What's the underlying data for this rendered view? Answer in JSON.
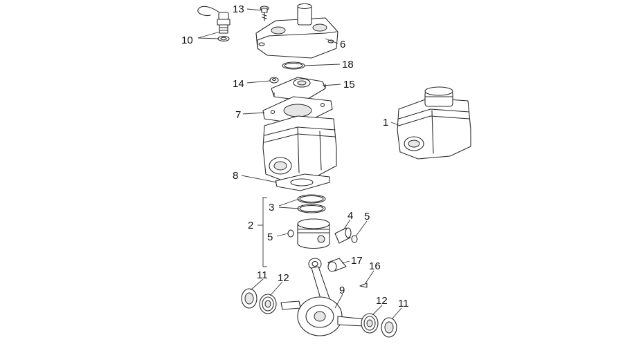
{
  "labels": {
    "p1": "1",
    "p2": "2",
    "p3": "3",
    "p4": "4",
    "p5a": "5",
    "p5b": "5",
    "p6": "6",
    "p7": "7",
    "p8": "8",
    "p9": "9",
    "p10": "10",
    "p11a": "11",
    "p11b": "11",
    "p12a": "12",
    "p12b": "12",
    "p13": "13",
    "p14": "14",
    "p15": "15",
    "p16": "16",
    "p17": "17",
    "p18": "18"
  }
}
